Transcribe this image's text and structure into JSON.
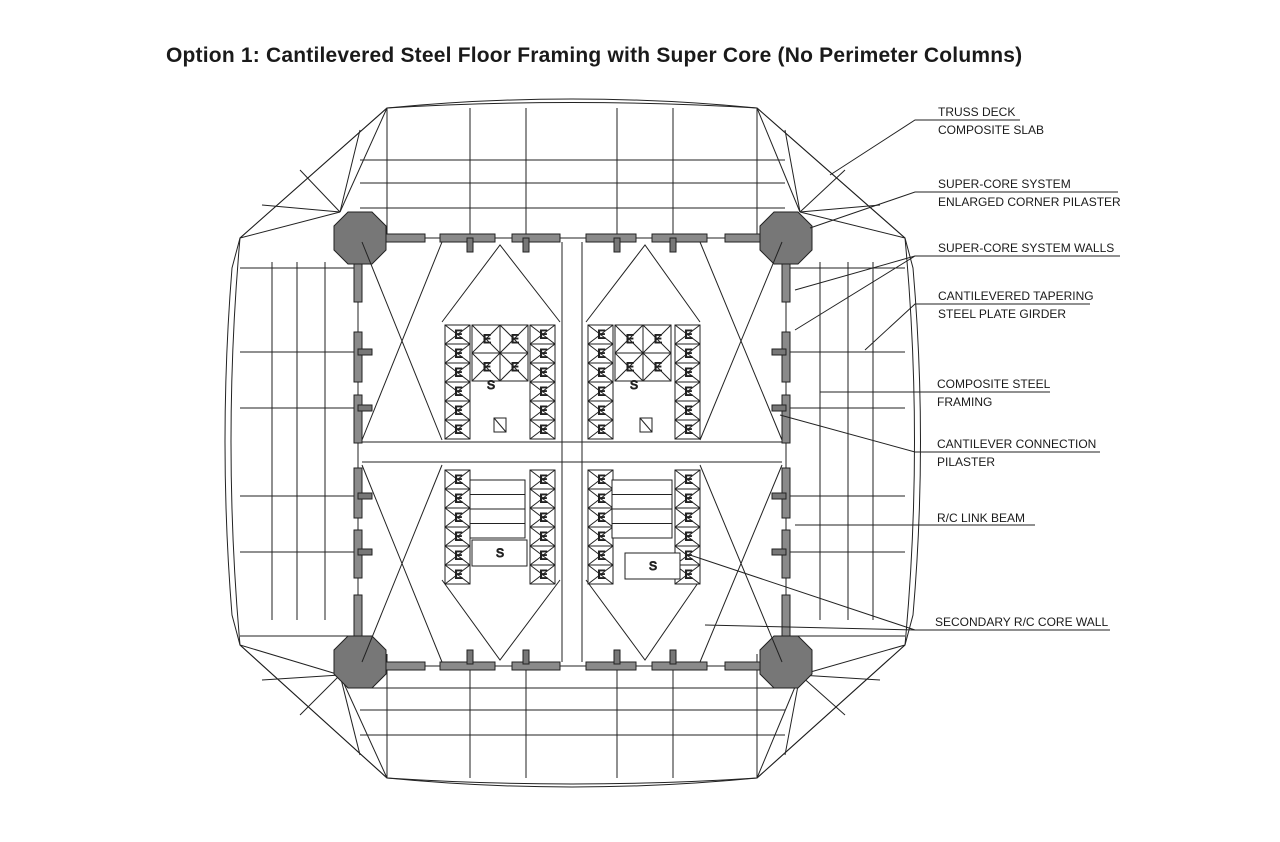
{
  "title": "Option 1: Cantilevered Steel Floor Framing with Super Core (No Perimeter Columns)",
  "callouts": [
    {
      "lines": [
        "TRUSS DECK",
        "COMPOSITE SLAB"
      ]
    },
    {
      "lines": [
        "SUPER-CORE SYSTEM",
        "ENLARGED CORNER PILASTER"
      ]
    },
    {
      "lines": [
        "SUPER-CORE SYSTEM WALLS"
      ]
    },
    {
      "lines": [
        "CANTILEVERED TAPERING",
        "STEEL PLATE GIRDER"
      ]
    },
    {
      "lines": [
        "COMPOSITE STEEL",
        "FRAMING"
      ]
    },
    {
      "lines": [
        "CANTILEVER CONNECTION",
        "PILASTER"
      ]
    },
    {
      "lines": [
        "R/C LINK BEAM"
      ]
    },
    {
      "lines": [
        "SECONDARY R/C CORE WALL"
      ]
    }
  ],
  "elevator_mark": "E",
  "stair_mark": "S",
  "colors": {
    "wall_fill": "#8a8a8a",
    "line": "#222222",
    "pilaster": "#777777"
  }
}
